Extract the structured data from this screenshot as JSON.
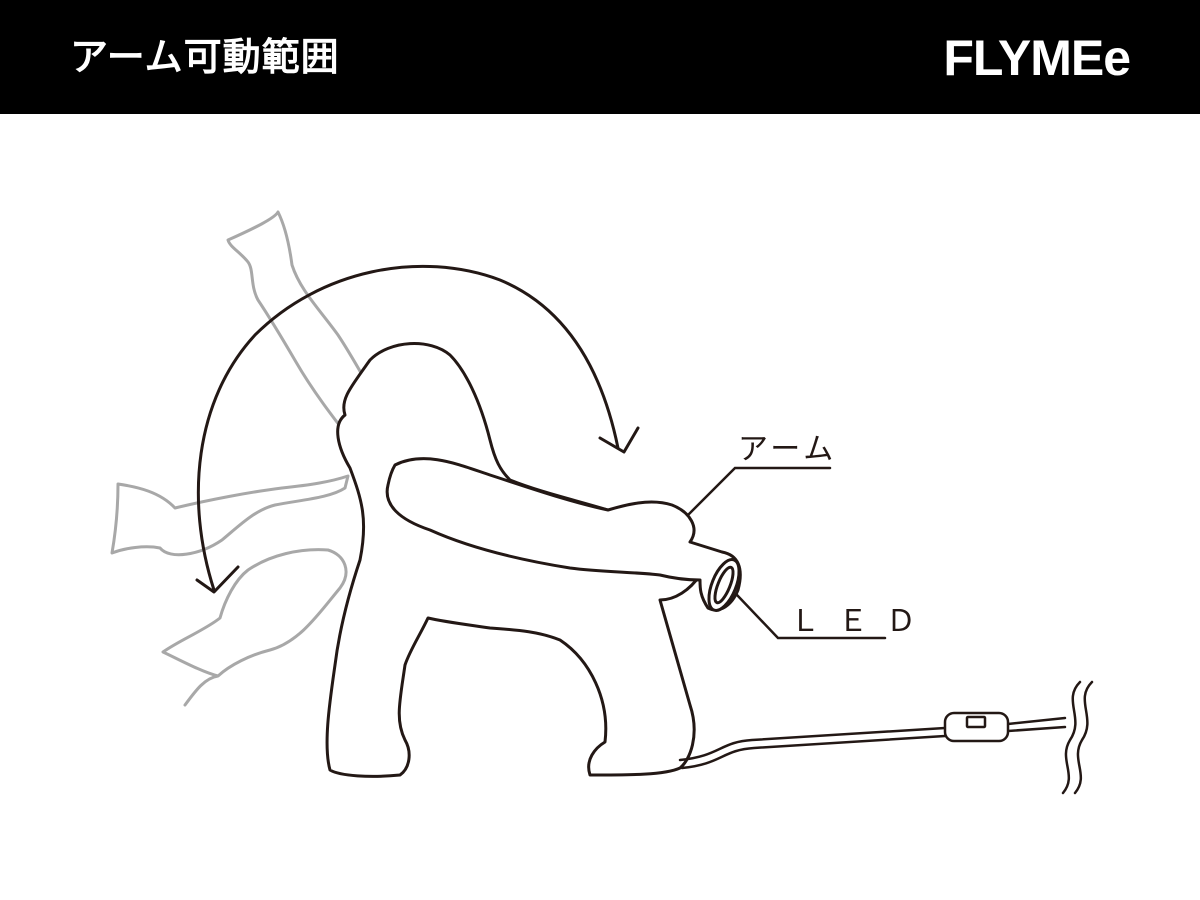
{
  "header": {
    "title": "アーム可動範囲",
    "brand": "FLYMEe"
  },
  "callouts": {
    "arm": "アーム",
    "led": "ＬＥＤ"
  },
  "colors": {
    "header_bg": "#000000",
    "header_text": "#ffffff",
    "line": "#231815",
    "ghost": "#a8a8a8"
  },
  "icons": {
    "rotation_arrow": "curved-arrow-icon",
    "cord_switch": "inline-switch-icon",
    "wall_break": "break-symbol-icon"
  }
}
